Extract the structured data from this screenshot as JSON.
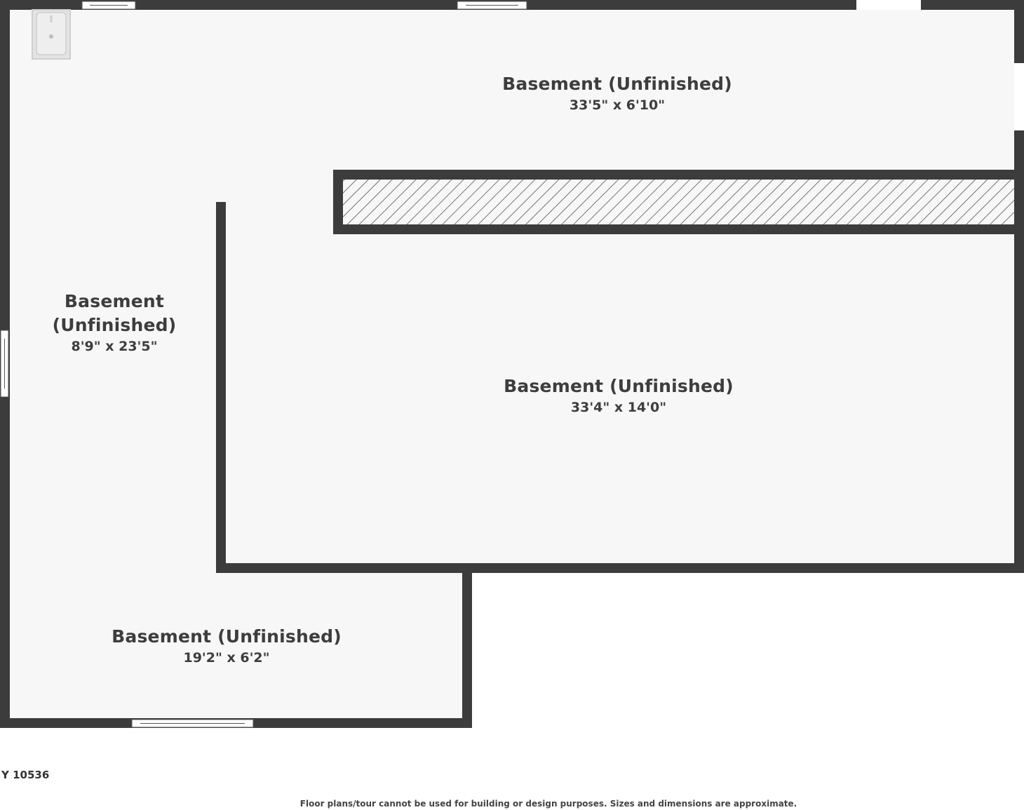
{
  "rooms": [
    {
      "name": "Basement (Unfinished)",
      "dimensions": "33'5\" x 6'10\""
    },
    {
      "name": "Basement\n(Unfinished)",
      "dimensions": "8'9\" x 23'5\""
    },
    {
      "name": "Basement (Unfinished)",
      "dimensions": "33'4\" x 14'0\""
    },
    {
      "name": "Basement (Unfinished)",
      "dimensions": "19'2\" x 6'2\""
    }
  ],
  "footer": {
    "code": "Y 10536",
    "disclaimer": "Floor plans/tour cannot be used for building or design purposes. Sizes and dimensions are approximate."
  },
  "colors": {
    "wall": "#3c3c3c",
    "floor": "#f7f7f7",
    "fixture": "#e3e3e3"
  },
  "icons": {
    "fixture": "sink-icon",
    "opening": "window-icon"
  }
}
